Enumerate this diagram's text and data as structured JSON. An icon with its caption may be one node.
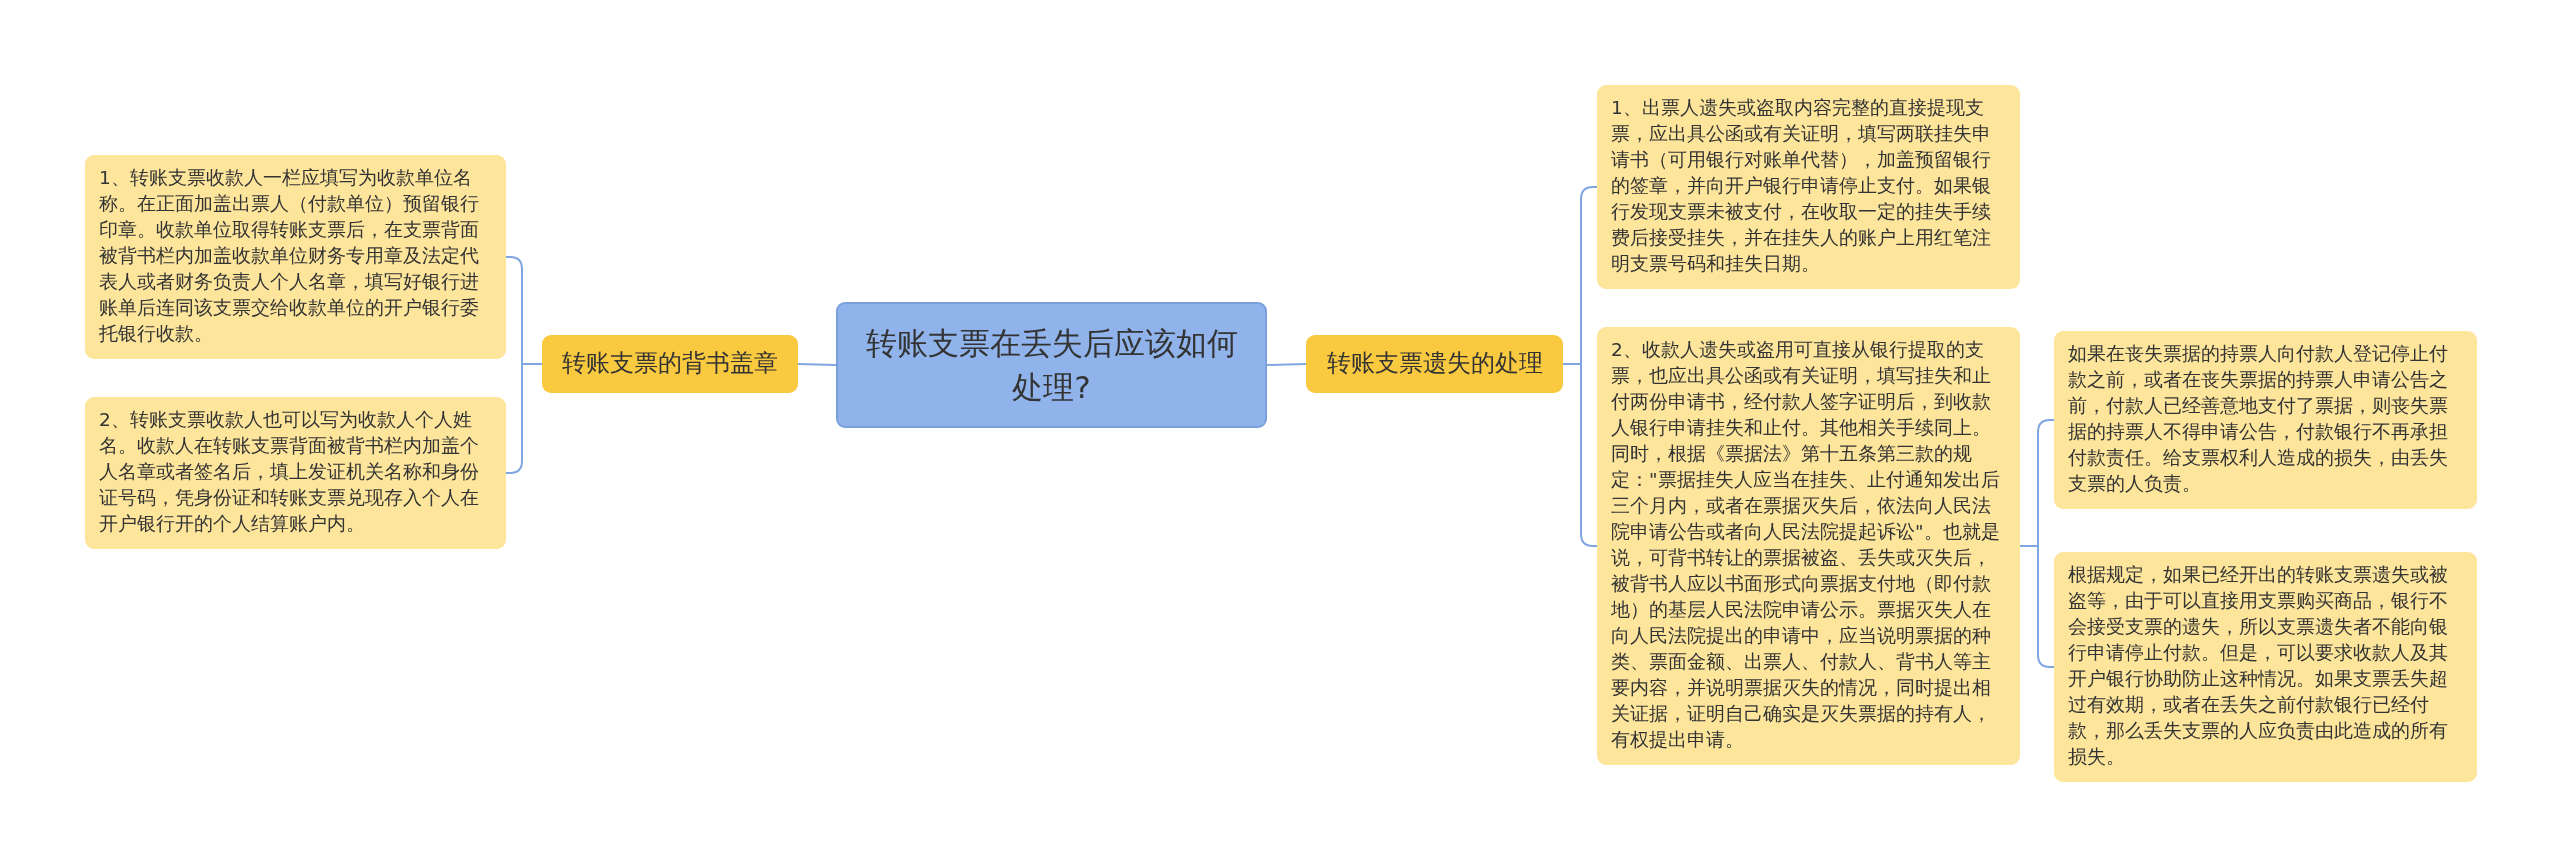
{
  "diagram": {
    "nodes": [
      {
        "text": [
          "转账支票在丢失后应该如何处理?"
        ]
      },
      {
        "text": [
          "转账支票的背书盖章"
        ]
      },
      {
        "text": [
          "1、转账支票收款人一栏应填写为收款单位名称。在正面加盖出票人（付款单位）预留银行印章。收款单位取得转账支票后，在支票背面被背书栏内加盖收款单位财务专用章及法定代表人或者财务负责人个人名章，填写好银行进账单后连同该支票交给收款单位的开户银行委托银行收款。"
        ]
      },
      {
        "text": [
          "2、转账支票收款人也可以写为收款人个人姓名。收款人在转账支票背面被背书栏内加盖个人名章或者签名后，填上发证机关名称和身份证号码，凭身份证和转账支票兑现存入个人在开户银行开的个人结算账户内。"
        ]
      },
      {
        "text": [
          "转账支票遗失的处理"
        ]
      },
      {
        "text": [
          "1、出票人遗失或盗取内容完整的直接提现支票，应出具公函或有关证明，填写两联挂失申请书（可用银行对账单代替），加盖预留银行的签章，并向开户银行申请停止支付。如果银行发现支票未被支付，在收取一定的挂失手续费后接受挂失，并在挂失人的账户上用红笔注明支票号码和挂失日期。"
        ]
      },
      {
        "text": [
          "2、收款人遗失或盗用可直接从银行提取的支票，也应出具公函或有关证明，填写挂失和止付两份申请书，经付款人签字证明后，到收款人银行申请挂失和止付。其他相关手续同上。同时，根据《票据法》第十五条第三款的规定：\"票据挂失人应当在挂失、止付通知发出后三个月内，或者在票据灭失后，依法向人民法院申请公告或者向人民法院提起诉讼\"。也就是说，可背书转让的票据被盗、丢失或灭失后，被背书人应以书面形式向票据支付地（即付款地）的基层人民法院申请公示。票据灭失人在向人民法院提出的申请中，应当说明票据的种类、票面金额、出票人、付款人、背书人等主要内容，并说明票据灭失的情况，同时提出相关证据，证明自己确实是灭失票据的持有人，有权提出申请。"
        ]
      },
      {
        "text": [
          "如果在丧失票据的持票人向付款人登记停止付款之前，或者在丧失票据的持票人申请公告之前，付款人已经善意地支付了票据，则丧失票据的持票人不得申请公告，付款银行不再承担付款责任。给支票权利人造成的损失，由丢失支票的人负责。"
        ]
      },
      {
        "text": [
          "根据规定，如果已经开出的转账支票遗失或被盗等，由于可以直接用支票购买商品，银行不会接受支票的遗失，所以支票遗失者不能向银行申请停止付款。但是，可以要求收款人及其开户银行协助防止这种情况。如果支票丢失超过有效期，或者在丢失之前付款银行已经付款，那么丢失支票的人应负责由此造成的所有损失。"
        ]
      }
    ],
    "edges": [
      {
        "from": 0,
        "to": 1,
        "arrow": "none"
      },
      {
        "from": 1,
        "to": 2,
        "arrow": "none"
      },
      {
        "from": 1,
        "to": 3,
        "arrow": "none"
      },
      {
        "from": 0,
        "to": 4,
        "arrow": "none"
      },
      {
        "from": 4,
        "to": 5,
        "arrow": "none"
      },
      {
        "from": 4,
        "to": 6,
        "arrow": "none"
      },
      {
        "from": 6,
        "to": 7,
        "arrow": "none"
      },
      {
        "from": 6,
        "to": 8,
        "arrow": "none"
      }
    ]
  }
}
